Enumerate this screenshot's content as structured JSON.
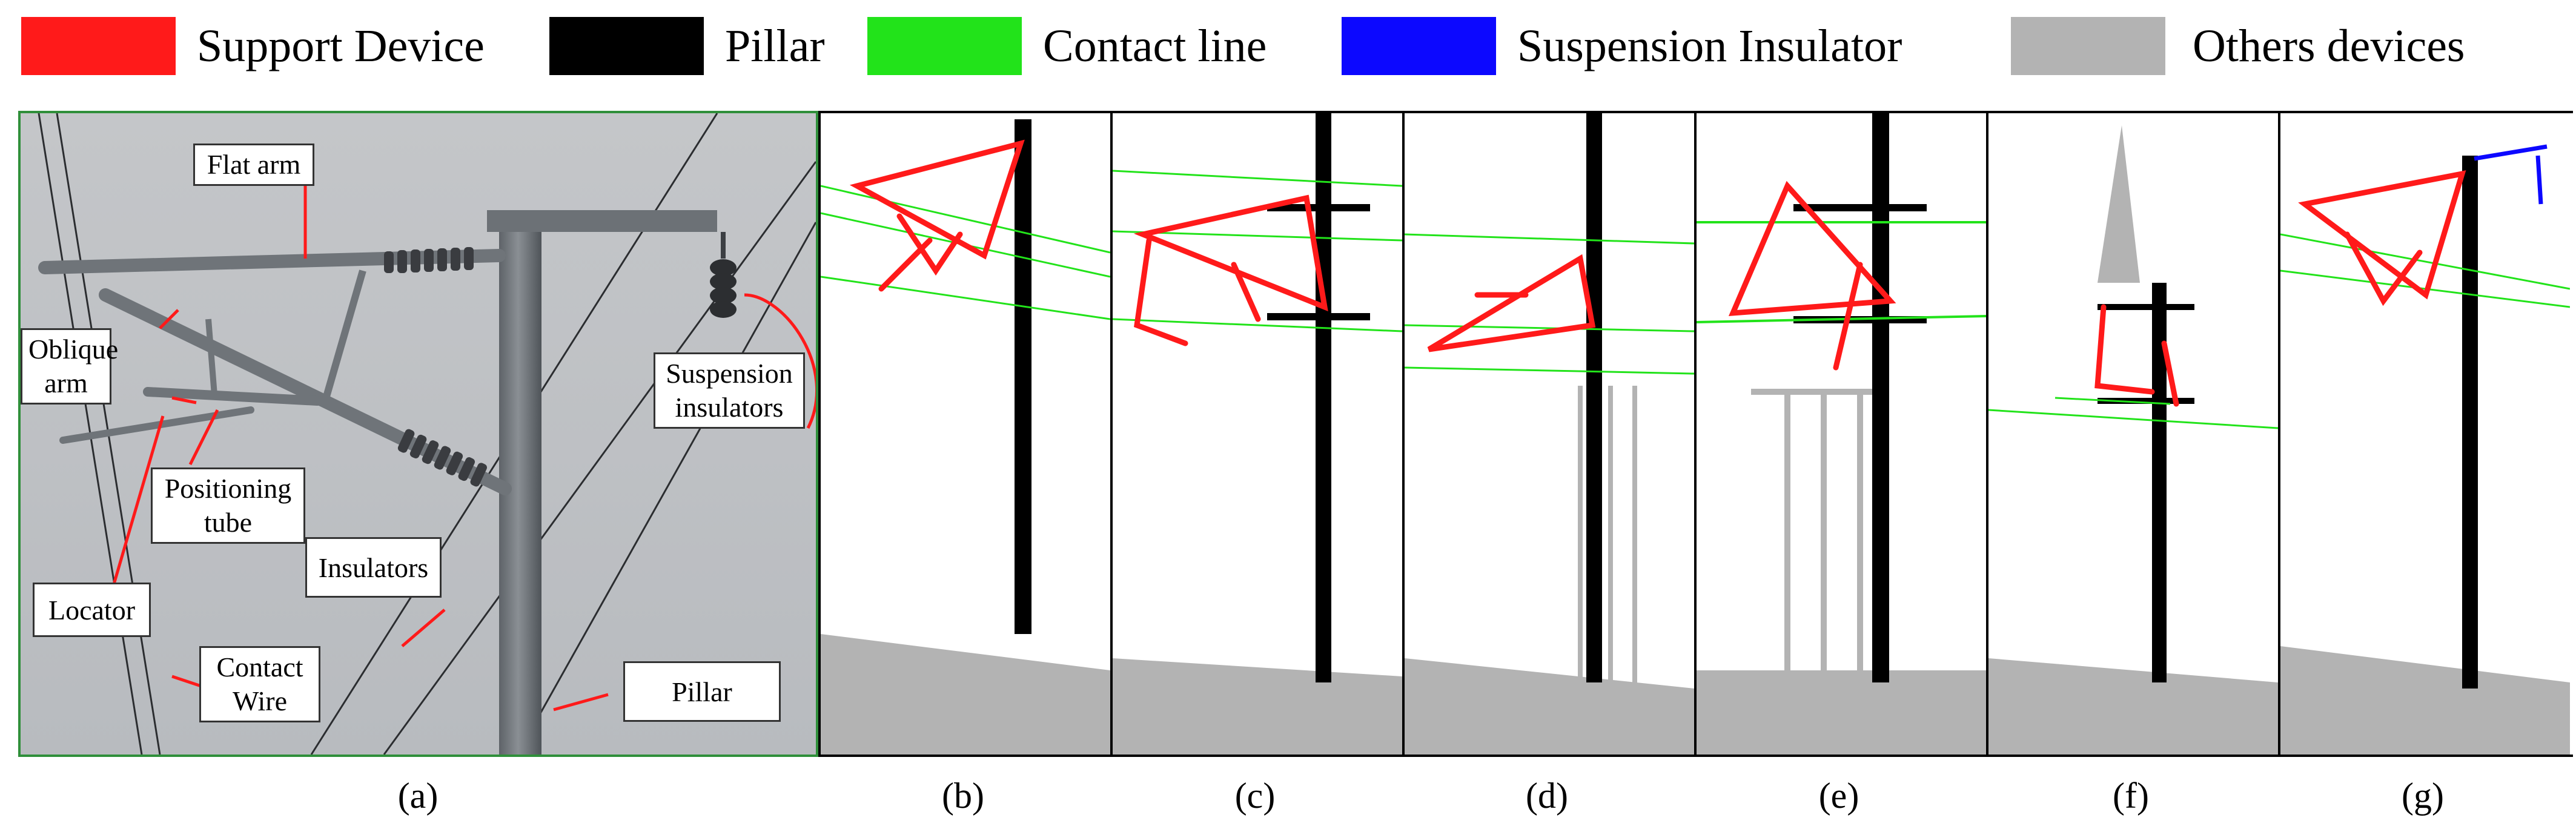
{
  "legend": [
    {
      "label": "Support Device",
      "color": "#ff1a1a"
    },
    {
      "label": "Pillar",
      "color": "#000000"
    },
    {
      "label": "Contact line",
      "color": "#22e31a"
    },
    {
      "label": "Suspension Insulator",
      "color": "#0c08ff"
    },
    {
      "label": "Others devices",
      "color": "#b3b3b3"
    }
  ],
  "photo_callouts": {
    "flat_arm": "Flat arm",
    "oblique_arm_1": "Oblique",
    "oblique_arm_2": "arm",
    "suspension_1": "Suspension",
    "suspension_2": "insulators",
    "positioning_1": "Positioning",
    "positioning_2": "tube",
    "insulators": "Insulators",
    "locator": "Locator",
    "contact_wire_1": "Contact",
    "contact_wire_2": "Wire",
    "pillar": "Pillar"
  },
  "panel_labels": [
    "(a)",
    "(b)",
    "(c)",
    "(d)",
    "(e)",
    "(f)",
    "(g)"
  ],
  "colors": {
    "photo_frame": "#2f8f3a",
    "arrow": "#ff1a1a",
    "metal": "#6f7479"
  }
}
